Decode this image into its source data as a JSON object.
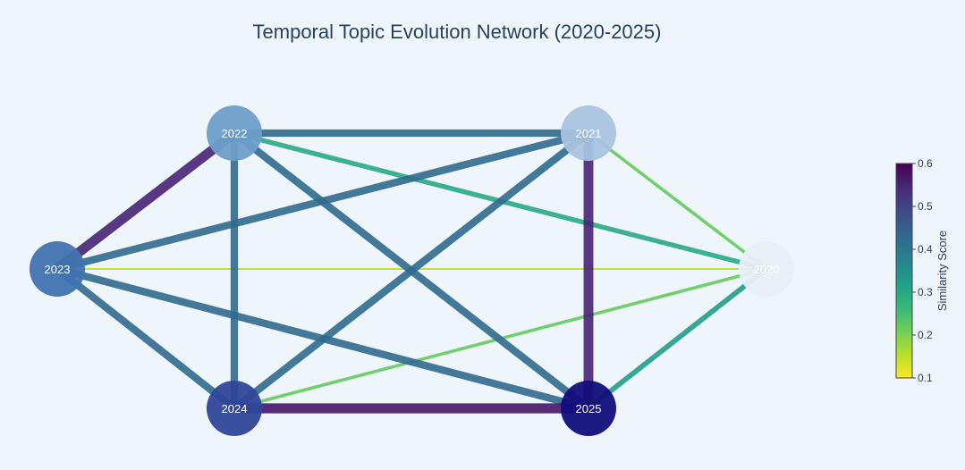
{
  "title": "Temporal Topic Evolution Network (2020-2025)",
  "nodes": [
    {
      "id": "2020",
      "label": "2020",
      "color": "#e8eef7",
      "text_color": "#ffffff"
    },
    {
      "id": "2021",
      "label": "2021",
      "color": "#a9c3df"
    },
    {
      "id": "2022",
      "label": "2022",
      "color": "#6e9ec9"
    },
    {
      "id": "2023",
      "label": "2023",
      "color": "#4172b0"
    },
    {
      "id": "2024",
      "label": "2024",
      "color": "#30469a"
    },
    {
      "id": "2025",
      "label": "2025",
      "color": "#110d7c"
    }
  ],
  "edges": [
    {
      "source": "2023",
      "target": "2020",
      "similarity": 0.15
    },
    {
      "source": "2024",
      "target": "2020",
      "similarity": 0.22
    },
    {
      "source": "2021",
      "target": "2020",
      "similarity": 0.22
    },
    {
      "source": "2022",
      "target": "2020",
      "similarity": 0.3
    },
    {
      "source": "2025",
      "target": "2020",
      "similarity": 0.32
    },
    {
      "source": "2022",
      "target": "2021",
      "similarity": 0.43
    },
    {
      "source": "2023",
      "target": "2021",
      "similarity": 0.43
    },
    {
      "source": "2024",
      "target": "2021",
      "similarity": 0.43
    },
    {
      "source": "2022",
      "target": "2024",
      "similarity": 0.43
    },
    {
      "source": "2022",
      "target": "2025",
      "similarity": 0.43
    },
    {
      "source": "2023",
      "target": "2024",
      "similarity": 0.43
    },
    {
      "source": "2023",
      "target": "2025",
      "similarity": 0.43
    },
    {
      "source": "2021",
      "target": "2025",
      "similarity": 0.55
    },
    {
      "source": "2022",
      "target": "2023",
      "similarity": 0.55
    },
    {
      "source": "2024",
      "target": "2025",
      "similarity": 0.57
    }
  ],
  "colorbar": {
    "title": "Similarity Score",
    "min": 0.1,
    "max": 0.6,
    "ticks": [
      "0.1",
      "0.2",
      "0.3",
      "0.4",
      "0.5",
      "0.6"
    ],
    "colorscale": [
      "#fde725",
      "#b5de2b",
      "#6ece58",
      "#35b779",
      "#1f9e89",
      "#26828e",
      "#31688e",
      "#3e4989",
      "#482878",
      "#440154"
    ]
  }
}
